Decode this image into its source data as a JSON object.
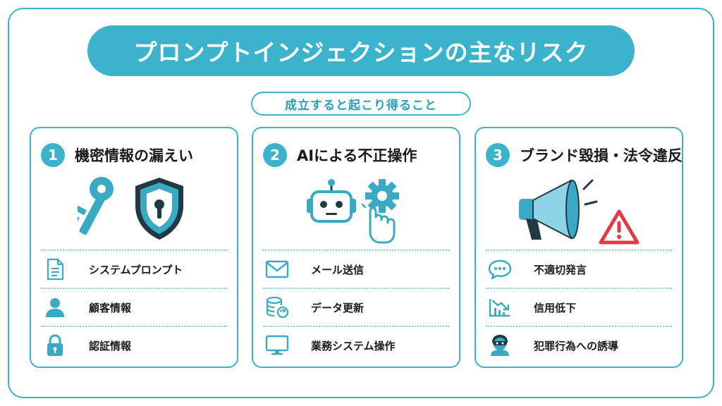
{
  "title": "プロンプトインジェクションの主なリスク",
  "subtitle": "成立すると起こり得ること",
  "colors": {
    "accent": "#3cb3cc",
    "icon": "#3aaac4",
    "dark": "#1f3a44",
    "warning": "#e63746"
  },
  "cards": [
    {
      "number": "1",
      "title": "機密情報の漏えい",
      "illustration": [
        "key-icon",
        "shield-lock-icon"
      ],
      "items": [
        {
          "icon": "document-icon",
          "label": "システムプロンプト"
        },
        {
          "icon": "person-icon",
          "label": "顧客情報"
        },
        {
          "icon": "lock-icon",
          "label": "認証情報"
        }
      ]
    },
    {
      "number": "2",
      "title": "AIによる不正操作",
      "illustration": [
        "robot-icon",
        "gear-icon",
        "pointer-hand-icon"
      ],
      "items": [
        {
          "icon": "mail-icon",
          "label": "メール送信"
        },
        {
          "icon": "database-sync-icon",
          "label": "データ更新"
        },
        {
          "icon": "monitor-icon",
          "label": "業務システム操作"
        }
      ]
    },
    {
      "number": "3",
      "title": "ブランド毀損・法令違反",
      "illustration": [
        "megaphone-icon",
        "warning-icon"
      ],
      "items": [
        {
          "icon": "speech-bubble-icon",
          "label": "不適切発言"
        },
        {
          "icon": "trend-down-icon",
          "label": "信用低下"
        },
        {
          "icon": "masked-person-icon",
          "label": "犯罪行為への誘導"
        }
      ]
    }
  ]
}
